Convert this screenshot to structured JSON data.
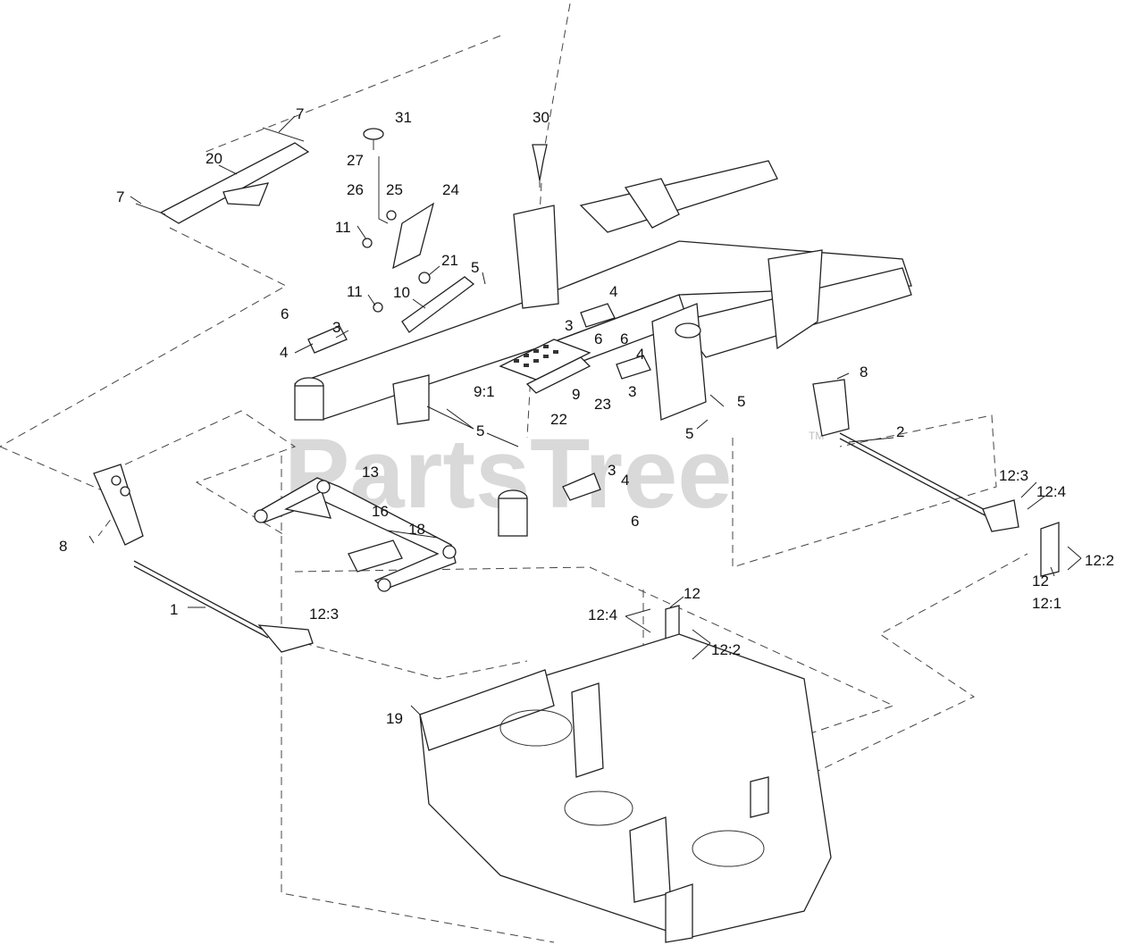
{
  "watermark": {
    "text": "PartsTree",
    "mark": "TM"
  },
  "callouts": [
    {
      "id": "c7a",
      "text": "7"
    },
    {
      "id": "c31",
      "text": "31"
    },
    {
      "id": "c30",
      "text": "30"
    },
    {
      "id": "c20",
      "text": "20"
    },
    {
      "id": "c27",
      "text": "27"
    },
    {
      "id": "c26",
      "text": "26"
    },
    {
      "id": "c25",
      "text": "25"
    },
    {
      "id": "c24",
      "text": "24"
    },
    {
      "id": "c7b",
      "text": "7"
    },
    {
      "id": "c11a",
      "text": "11"
    },
    {
      "id": "c21",
      "text": "21"
    },
    {
      "id": "c5a",
      "text": "5"
    },
    {
      "id": "c4a",
      "text": "4"
    },
    {
      "id": "c11b",
      "text": "11"
    },
    {
      "id": "c10",
      "text": "10"
    },
    {
      "id": "c3a",
      "text": "3"
    },
    {
      "id": "c6a",
      "text": "6"
    },
    {
      "id": "c6b",
      "text": "6"
    },
    {
      "id": "c3b",
      "text": "3"
    },
    {
      "id": "c4b",
      "text": "4"
    },
    {
      "id": "c6c",
      "text": "6"
    },
    {
      "id": "c4c",
      "text": "4"
    },
    {
      "id": "c8a",
      "text": "8"
    },
    {
      "id": "c91",
      "text": "9:1"
    },
    {
      "id": "c9",
      "text": "9"
    },
    {
      "id": "c3c",
      "text": "3"
    },
    {
      "id": "c22",
      "text": "22"
    },
    {
      "id": "c23",
      "text": "23"
    },
    {
      "id": "c5b",
      "text": "5"
    },
    {
      "id": "c5c",
      "text": "5"
    },
    {
      "id": "c5d",
      "text": "5"
    },
    {
      "id": "c2",
      "text": "2"
    },
    {
      "id": "c13",
      "text": "13"
    },
    {
      "id": "c3d",
      "text": "3"
    },
    {
      "id": "c4d",
      "text": "4"
    },
    {
      "id": "c123a",
      "text": "12:3"
    },
    {
      "id": "c124a",
      "text": "12:4"
    },
    {
      "id": "c16",
      "text": "16"
    },
    {
      "id": "c6d",
      "text": "6"
    },
    {
      "id": "c18",
      "text": "18"
    },
    {
      "id": "c8b",
      "text": "8"
    },
    {
      "id": "c122a",
      "text": "12:2"
    },
    {
      "id": "c12a",
      "text": "12"
    },
    {
      "id": "c121",
      "text": "12:1"
    },
    {
      "id": "c12b",
      "text": "12"
    },
    {
      "id": "c1",
      "text": "1"
    },
    {
      "id": "c123b",
      "text": "12:3"
    },
    {
      "id": "c124b",
      "text": "12:4"
    },
    {
      "id": "c122b",
      "text": "12:2"
    },
    {
      "id": "c19",
      "text": "19"
    }
  ]
}
